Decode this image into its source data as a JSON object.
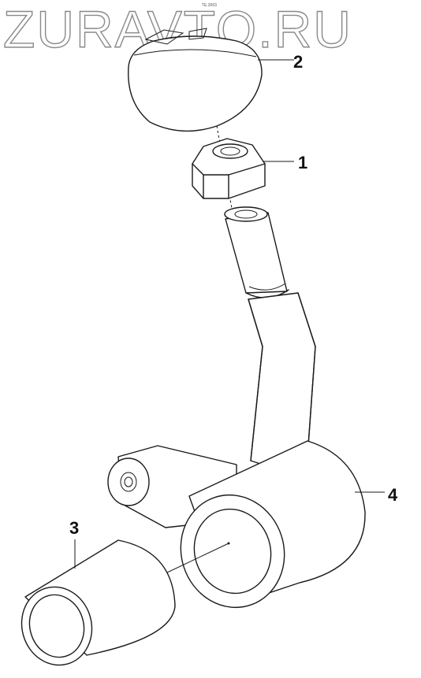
{
  "watermark": "ZURAVTO.RU",
  "tiny_mark": "TE.2003",
  "callouts": [
    {
      "id": "1",
      "label": "1"
    },
    {
      "id": "2",
      "label": "2"
    },
    {
      "id": "3",
      "label": "3"
    },
    {
      "id": "4",
      "label": "4"
    }
  ]
}
